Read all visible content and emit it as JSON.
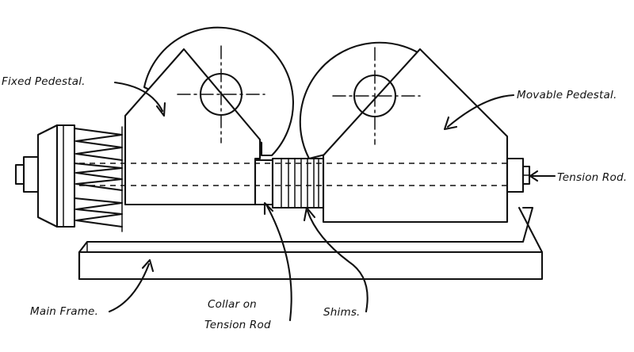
{
  "labels": {
    "fixed_pedestal": "Fixed Pedestal.",
    "movable_pedestal": "Movable Pedestal.",
    "tension_rod": "Tension Rod.",
    "main_frame": "Main Frame.",
    "collar_line1": "Collar on",
    "collar_line2": "Tension Rod",
    "shims": "Shims."
  },
  "colors": {
    "ink": "#111111",
    "paper": "#ffffff"
  }
}
